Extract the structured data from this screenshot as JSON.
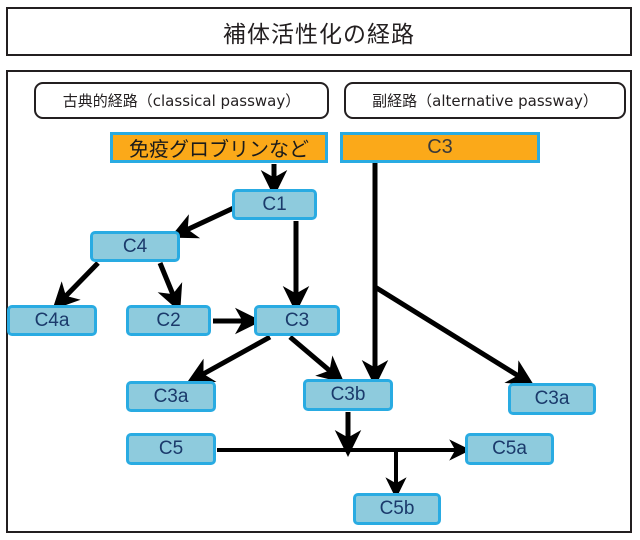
{
  "title": "補体活性化の経路",
  "pathways": {
    "classical": {
      "header": "古典的経路（classical passway）"
    },
    "alternative": {
      "header": "副経路（alternative passway）"
    }
  },
  "nodes": {
    "immunoglobulin": "免疫グロブリンなど",
    "c3_alt": "C3",
    "c1": "C1",
    "c4": "C4",
    "c4a": "C4a",
    "c2": "C2",
    "c3_classical": "C3",
    "c3a_classical": "C3a",
    "c3b": "C3b",
    "c3a_alt": "C3a",
    "c5": "C5",
    "c5a": "C5a",
    "c5b": "C5b"
  },
  "colors": {
    "node_fill_blue": "#8ecbdd",
    "node_border_blue": "#29abe2",
    "node_fill_orange": "#fba919",
    "node_text": "#1b3a6b",
    "frame_border": "#231f20",
    "arrow": "#000000",
    "background": "#ffffff"
  },
  "edges": [
    {
      "from": "immunoglobulin",
      "to": "c1"
    },
    {
      "from": "c1",
      "to": "c4"
    },
    {
      "from": "c1",
      "to": "c3_classical"
    },
    {
      "from": "c4",
      "to": "c4a"
    },
    {
      "from": "c4",
      "to": "c2"
    },
    {
      "from": "c2",
      "to": "c3_classical"
    },
    {
      "from": "c3_classical",
      "to": "c3a_classical"
    },
    {
      "from": "c3_classical",
      "to": "c3b"
    },
    {
      "from": "c3_alt",
      "to": "c3b"
    },
    {
      "from": "c3_alt",
      "to": "c3a_alt"
    },
    {
      "from": "c3b",
      "to": "c5-junction"
    },
    {
      "from": "c5",
      "to": "c5a"
    },
    {
      "from": "c5-junction",
      "to": "c5b"
    }
  ]
}
